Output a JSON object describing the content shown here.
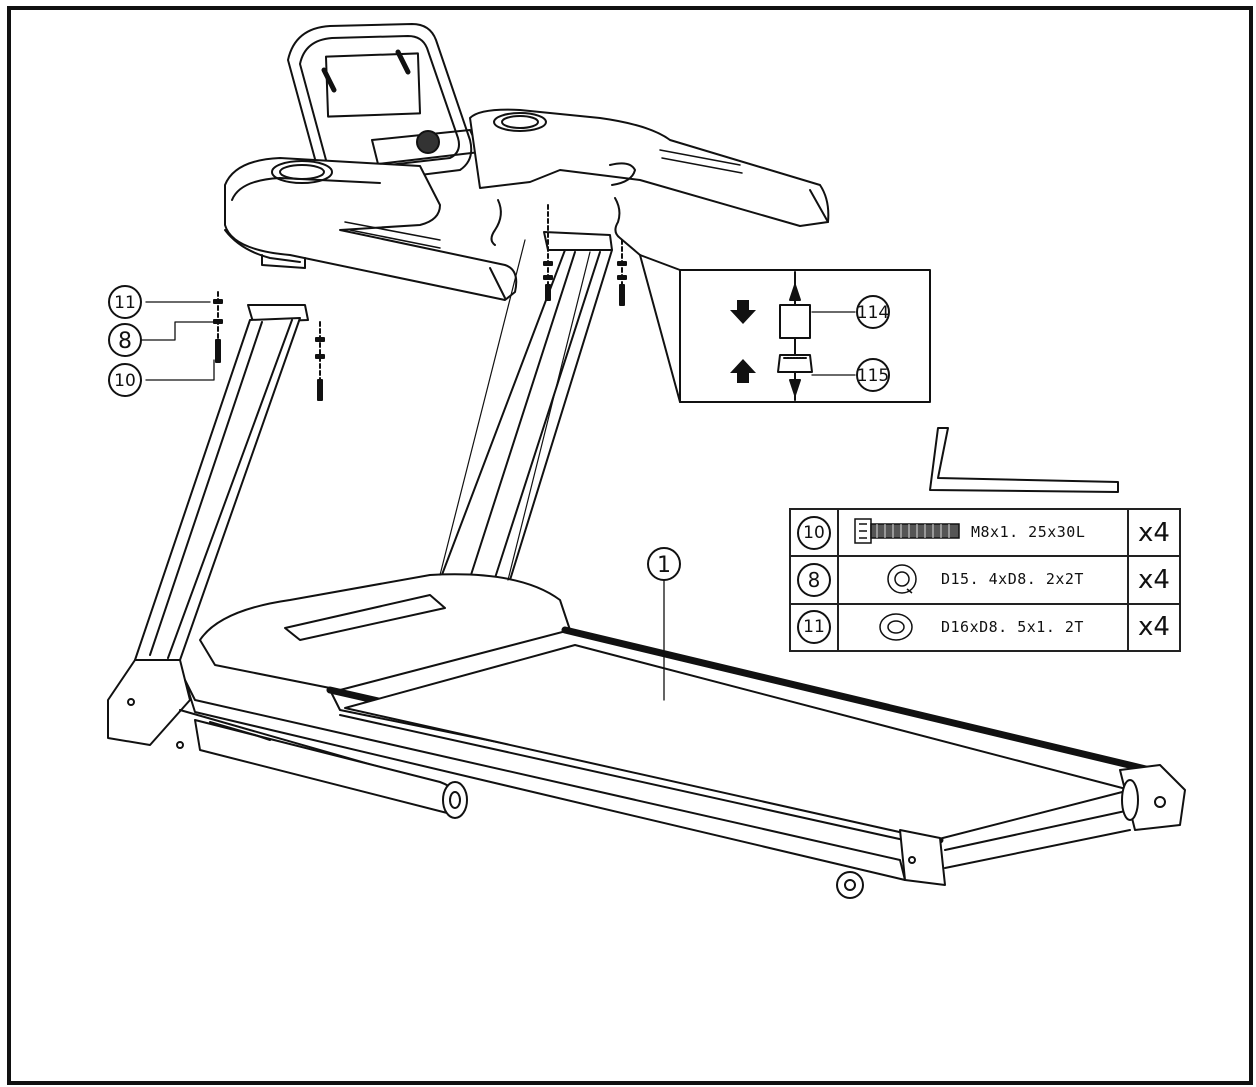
{
  "callouts": {
    "part_1": "1",
    "part_8": "8",
    "part_10": "10",
    "part_11": "11",
    "part_114": "114",
    "part_115": "115"
  },
  "hardware": [
    {
      "num": "10",
      "icon": "bolt-icon",
      "spec": "M8x1. 25x30L",
      "qty": "x4"
    },
    {
      "num": "8",
      "icon": "spring-washer-icon",
      "spec": "D15. 4xD8. 2x2T",
      "qty": "x4"
    },
    {
      "num": "11",
      "icon": "flat-washer-icon",
      "spec": "D16xD8. 5x1. 2T",
      "qty": "x4"
    }
  ],
  "tools": [
    "allen-key-icon"
  ],
  "connector_arrows": [
    "arrow-down-icon",
    "arrow-up-icon"
  ]
}
